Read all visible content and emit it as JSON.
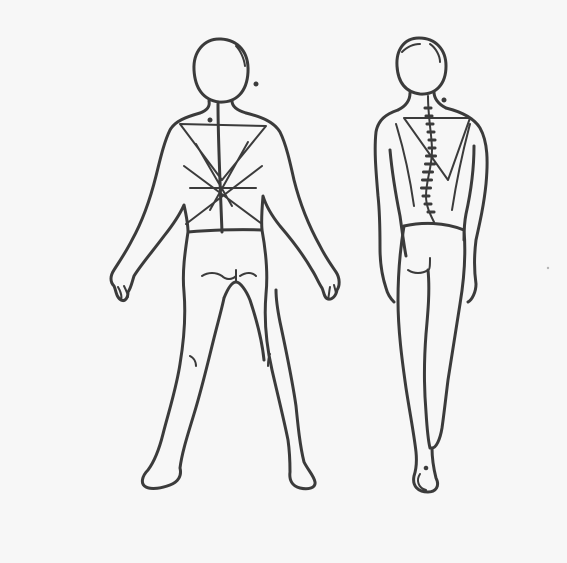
{
  "illustration": {
    "ink_color": "#3b3b3b",
    "paper_color": "#f7f7f7",
    "figures": [
      {
        "name": "figure-back-view-standing",
        "pose": "arms-out-legs-apart"
      },
      {
        "name": "figure-back-view-walking",
        "pose": "arms-down-curved-spine"
      }
    ]
  }
}
